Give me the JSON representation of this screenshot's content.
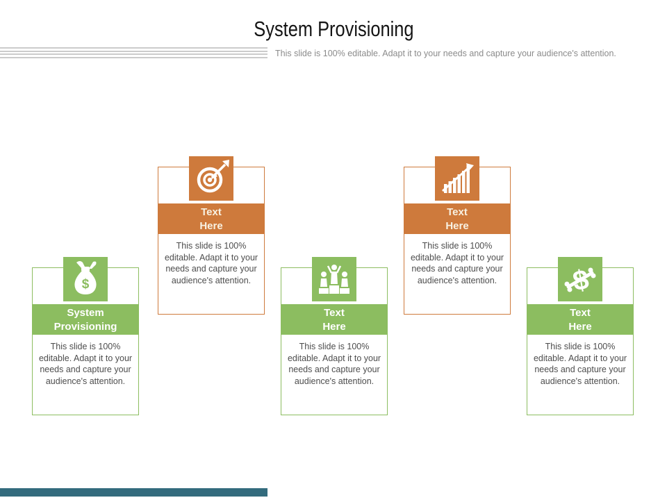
{
  "slide": {
    "title": "System Provisioning",
    "subtitle": "This slide is 100% editable. Adapt it to your needs and capture your audience's attention."
  },
  "colors": {
    "green": "#8cbd60",
    "orange": "#ce7a3c",
    "title_text": "#141414",
    "subtitle_text": "#8b8b8b",
    "body_text": "#4d4d4d",
    "deco_line_gray": "#cbcbcb",
    "footer_teal": "#336b7d"
  },
  "cards": [
    {
      "icon": "money-bag-icon",
      "theme": "green",
      "header_line1": "System",
      "header_line2": "Provisioning",
      "body": "This slide is 100% editable. Adapt it to your needs and capture your audience's attention."
    },
    {
      "icon": "target-arrow-icon",
      "theme": "orange",
      "header_line1": "Text",
      "header_line2": "Here",
      "body": "This slide is 100% editable. Adapt it to your needs and capture your audience's attention."
    },
    {
      "icon": "winners-podium-icon",
      "theme": "green",
      "header_line1": "Text",
      "header_line2": "Here",
      "body": "This slide is 100% editable. Adapt it to your needs and capture your audience's attention."
    },
    {
      "icon": "growth-bar-chart-icon",
      "theme": "orange",
      "header_line1": "Text",
      "header_line2": "Here",
      "body": "This slide is 100% editable. Adapt it to your needs and capture your audience's attention."
    },
    {
      "icon": "dollar-gavel-icon",
      "theme": "green",
      "header_line1": "Text",
      "header_line2": "Here",
      "body": "This slide is 100% editable. Adapt it to your needs and capture your audience's attention."
    }
  ]
}
